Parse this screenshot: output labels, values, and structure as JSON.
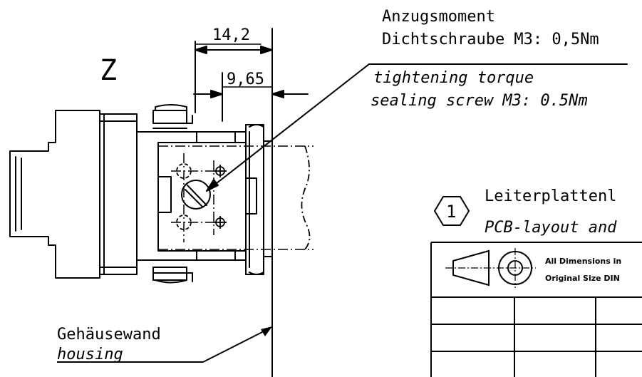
{
  "view_label": "Z",
  "dimensions": {
    "outer": "14,2",
    "inner": "9,65"
  },
  "torque_note": {
    "de_line1": "Anzugsmoment",
    "de_line2": "Dichtschraube M3: 0,5Nm",
    "en_line1": "tightening torque",
    "en_line2": "sealing screw M3: 0.5Nm"
  },
  "housing_note": {
    "de": "Gehäusewand",
    "en": "housing"
  },
  "callout": {
    "number": "1",
    "de": "Leiterplattenl",
    "en": "PCB-layout and"
  },
  "title_block": {
    "line1": "All Dimensions in",
    "line2": "Original Size DIN"
  }
}
